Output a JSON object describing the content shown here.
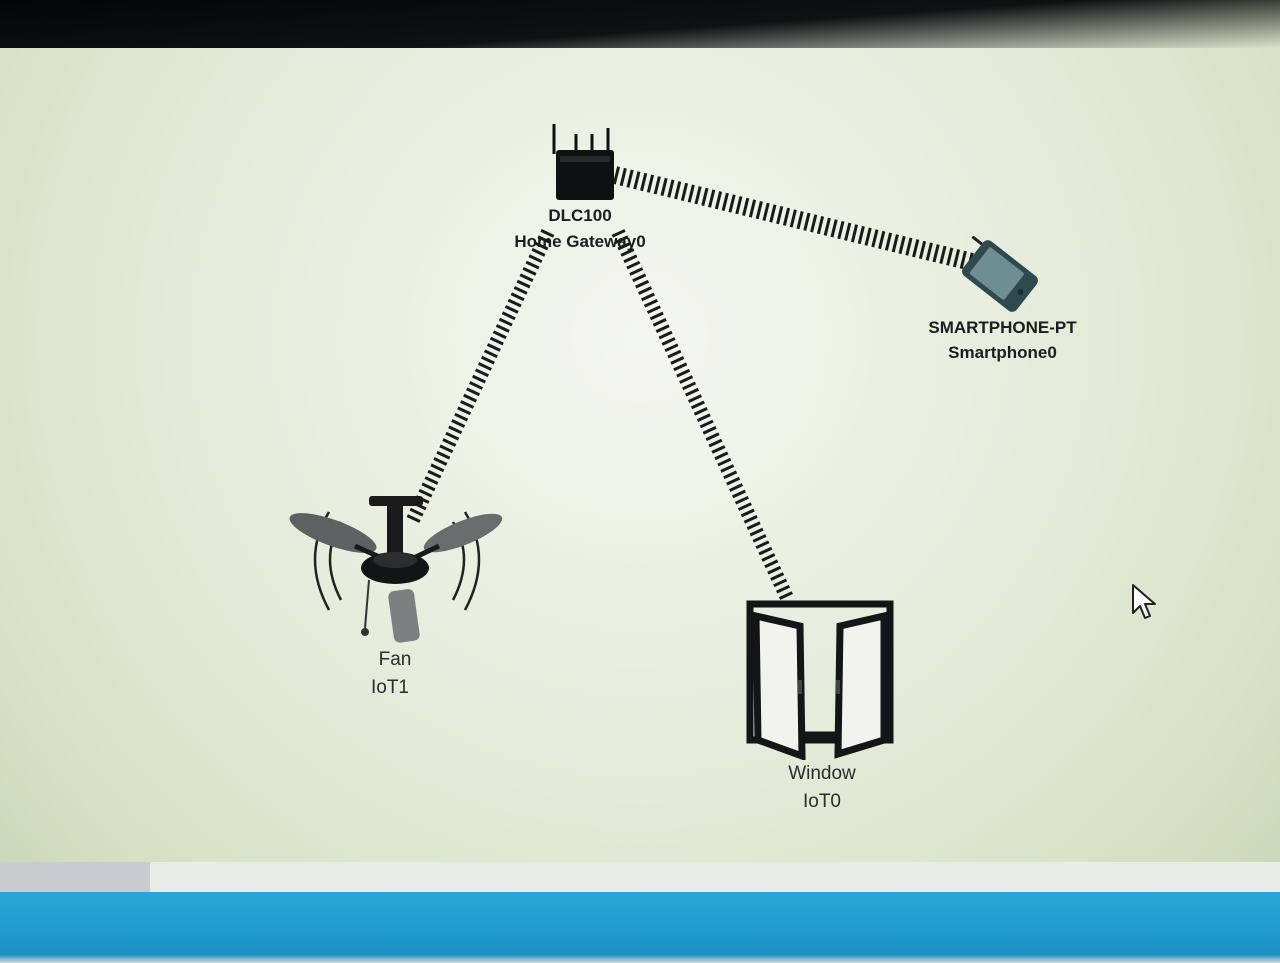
{
  "devices": {
    "gateway": {
      "model": "DLC100",
      "name": "Home Gateway0",
      "icon": "home-gateway-icon"
    },
    "smartphone": {
      "model": "SMARTPHONE-PT",
      "name": "Smartphone0",
      "icon": "smartphone-icon"
    },
    "fan": {
      "model": "Fan",
      "name": "IoT1",
      "icon": "ceiling-fan-icon"
    },
    "window": {
      "model": "Window",
      "name": "IoT0",
      "icon": "window-icon"
    }
  },
  "connections": [
    {
      "from": "Home Gateway0",
      "to": "Smartphone0",
      "type": "wireless"
    },
    {
      "from": "Home Gateway0",
      "to": "IoT1",
      "type": "wireless"
    },
    {
      "from": "Home Gateway0",
      "to": "IoT0",
      "type": "wireless"
    }
  ],
  "colors": {
    "canvas": "#e6ecdc",
    "link": "#1a1a1a",
    "taskbar": "#209bd0"
  }
}
